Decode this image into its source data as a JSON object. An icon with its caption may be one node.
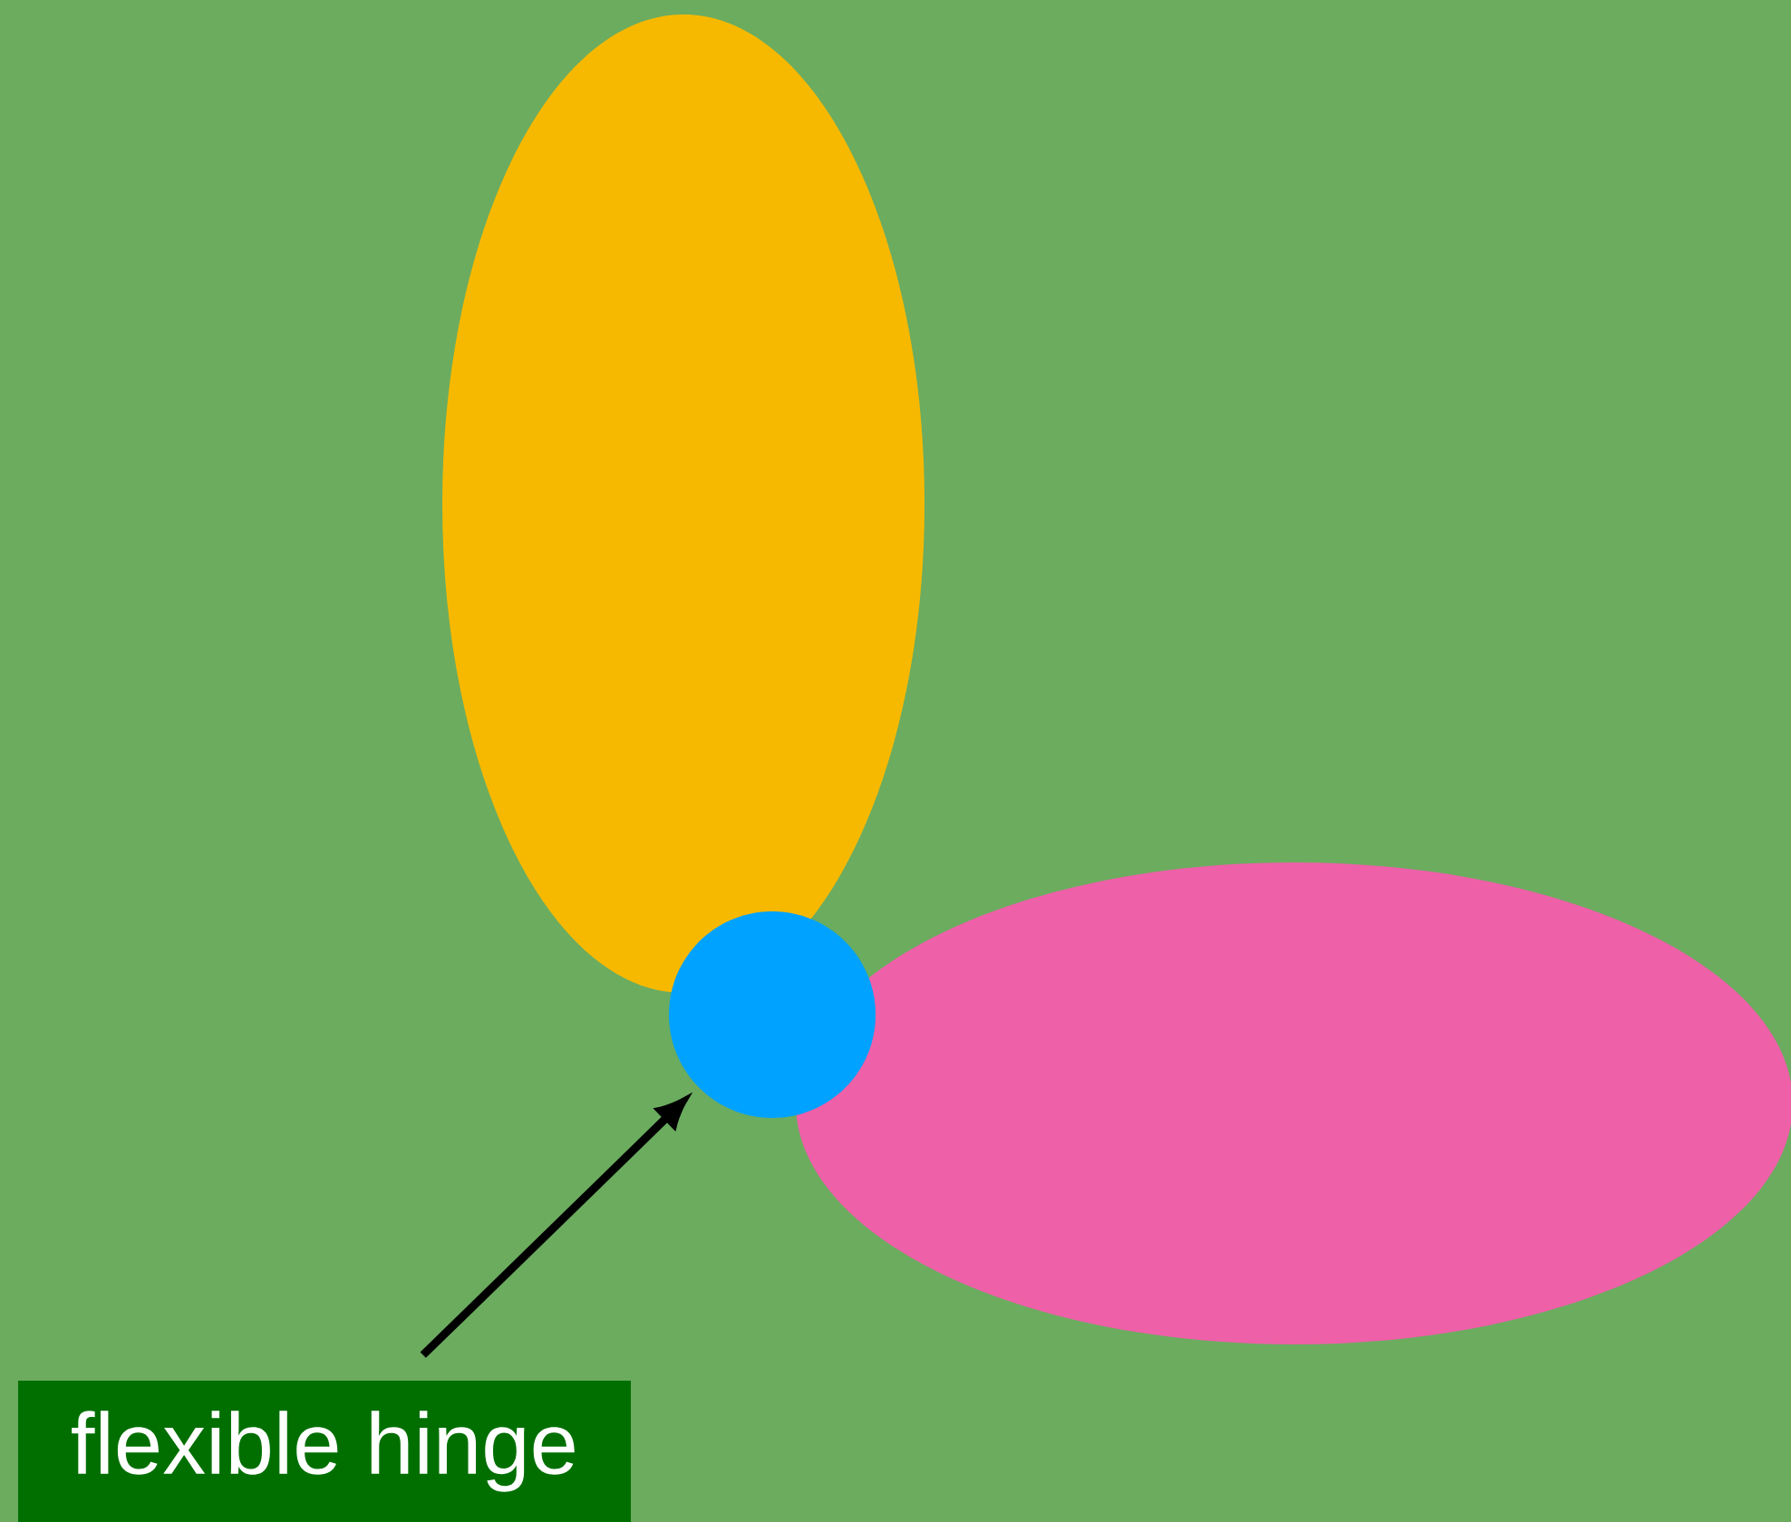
{
  "diagram": {
    "nodes": [
      {
        "text": [],
        "shape": "ellipse"
      },
      {
        "text": [],
        "shape": "circle"
      },
      {
        "text": [],
        "shape": "ellipse"
      },
      {
        "text": [
          "flexible hinge"
        ]
      }
    ],
    "edges": [
      {
        "from": 3,
        "to": 1,
        "arrow": "to"
      }
    ]
  }
}
